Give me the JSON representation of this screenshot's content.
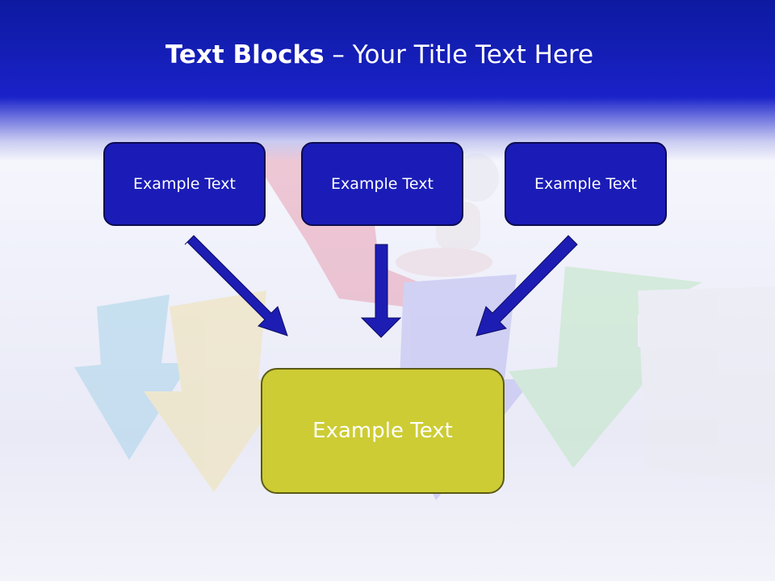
{
  "title": {
    "bold": "Text Blocks",
    "dash": " – ",
    "rest": "Your Title Text Here"
  },
  "blocks": {
    "top": [
      "Example Text",
      "Example Text",
      "Example Text"
    ],
    "bottom": "Example Text"
  },
  "colors": {
    "header_blue": "#1a22c8",
    "block_blue": "#1b1cb7",
    "block_yellow": "#cdcc34",
    "arrow_blue": "#1d1db4"
  }
}
